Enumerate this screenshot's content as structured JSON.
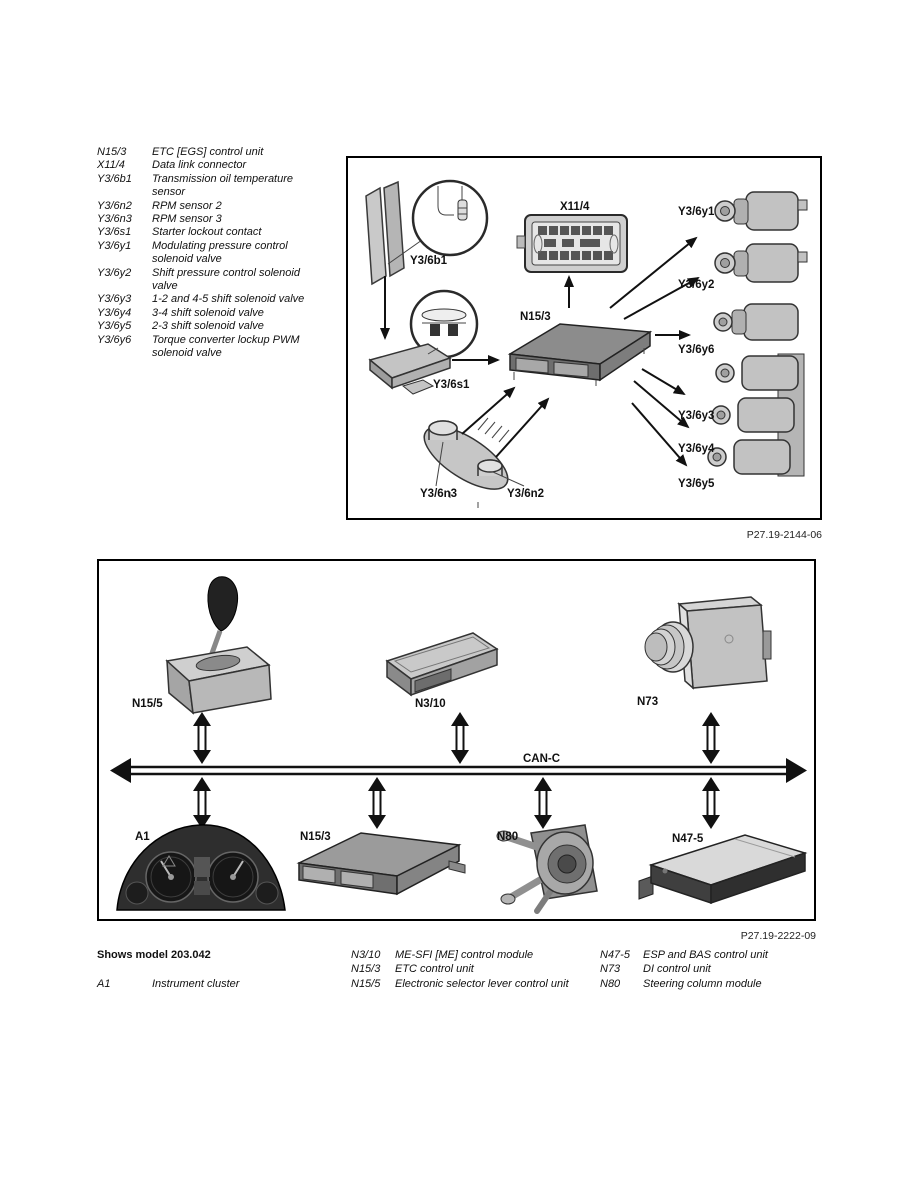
{
  "top_legend": {
    "items": [
      {
        "code": "N15/3",
        "desc": "ETC [EGS] control unit"
      },
      {
        "code": "X11/4",
        "desc": "Data link connector"
      },
      {
        "code": "Y3/6b1",
        "desc": "Transmission oil temperature sensor"
      },
      {
        "code": "Y3/6n2",
        "desc": "RPM sensor 2"
      },
      {
        "code": "Y3/6n3",
        "desc": "RPM sensor 3"
      },
      {
        "code": "Y3/6s1",
        "desc": "Starter lockout contact"
      },
      {
        "code": "Y3/6y1",
        "desc": "Modulating pressure control solenoid valve"
      },
      {
        "code": "Y3/6y2",
        "desc": "Shift pressure control solenoid valve"
      },
      {
        "code": "Y3/6y3",
        "desc": "1-2 and 4-5 shift solenoid valve"
      },
      {
        "code": "Y3/6y4",
        "desc": "3-4 shift solenoid valve"
      },
      {
        "code": "Y3/6y5",
        "desc": "2-3 shift solenoid valve"
      },
      {
        "code": "Y3/6y6",
        "desc": "Torque converter lockup PWM solenoid valve"
      }
    ]
  },
  "diagram1": {
    "caption": "P27.19-2144-06",
    "labels": {
      "x11_4": "X11/4",
      "n15_3": "N15/3",
      "y3_6b1": "Y3/6b1",
      "y3_6s1": "Y3/6s1",
      "y3_6n3": "Y3/6n3",
      "y3_6n2": "Y3/6n2",
      "y3_6y1": "Y3/6y1",
      "y3_6y2": "Y3/6y2",
      "y3_6y3": "Y3/6y3",
      "y3_6y4": "Y3/6y4",
      "y3_6y5": "Y3/6y5",
      "y3_6y6": "Y3/6y6"
    }
  },
  "diagram2": {
    "caption": "P27.19-2222-09",
    "bus_label": "CAN-C",
    "labels": {
      "n15_5": "N15/5",
      "n3_10": "N3/10",
      "n73": "N73",
      "a1": "A1",
      "n15_3": "N15/3",
      "n80": "N80",
      "n47_5": "N47-5"
    }
  },
  "bottom_legend": {
    "model_note": "Shows model 203.042",
    "col1": [
      {
        "code": "A1",
        "desc": "Instrument cluster"
      }
    ],
    "col2": [
      {
        "code": "N3/10",
        "desc": "ME-SFI [ME] control module"
      },
      {
        "code": "N15/3",
        "desc": "ETC control unit"
      },
      {
        "code": "N15/5",
        "desc": "Electronic selector lever control unit"
      }
    ],
    "col3": [
      {
        "code": "N47-5",
        "desc": "ESP and BAS control unit"
      },
      {
        "code": "N73",
        "desc": "DI control unit"
      },
      {
        "code": "N80",
        "desc": "Steering column module"
      }
    ]
  },
  "colors": {
    "ink": "#111111",
    "component_gray": "#c4c4c4",
    "dark_gray": "#2e2e2e"
  }
}
